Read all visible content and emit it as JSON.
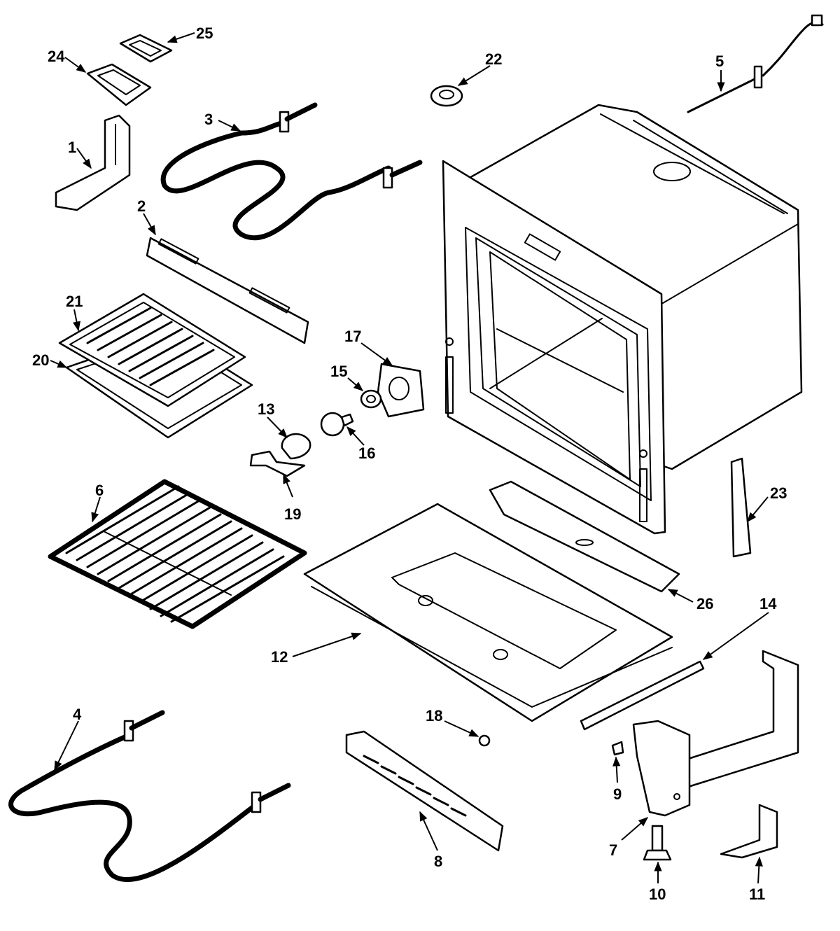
{
  "diagram": {
    "labels": [
      {
        "id": "1",
        "text": "1"
      },
      {
        "id": "2",
        "text": "2"
      },
      {
        "id": "3",
        "text": "3"
      },
      {
        "id": "4",
        "text": "4"
      },
      {
        "id": "5",
        "text": "5"
      },
      {
        "id": "6",
        "text": "6"
      },
      {
        "id": "7",
        "text": "7"
      },
      {
        "id": "8",
        "text": "8"
      },
      {
        "id": "9",
        "text": "9"
      },
      {
        "id": "10",
        "text": "10"
      },
      {
        "id": "11",
        "text": "11"
      },
      {
        "id": "12",
        "text": "12"
      },
      {
        "id": "13",
        "text": "13"
      },
      {
        "id": "14",
        "text": "14"
      },
      {
        "id": "15",
        "text": "15"
      },
      {
        "id": "16",
        "text": "16"
      },
      {
        "id": "17",
        "text": "17"
      },
      {
        "id": "18",
        "text": "18"
      },
      {
        "id": "19",
        "text": "19"
      },
      {
        "id": "20",
        "text": "20"
      },
      {
        "id": "21",
        "text": "21"
      },
      {
        "id": "22",
        "text": "22"
      },
      {
        "id": "23",
        "text": "23"
      },
      {
        "id": "24",
        "text": "24"
      },
      {
        "id": "25",
        "text": "25"
      },
      {
        "id": "26",
        "text": "26"
      }
    ]
  }
}
